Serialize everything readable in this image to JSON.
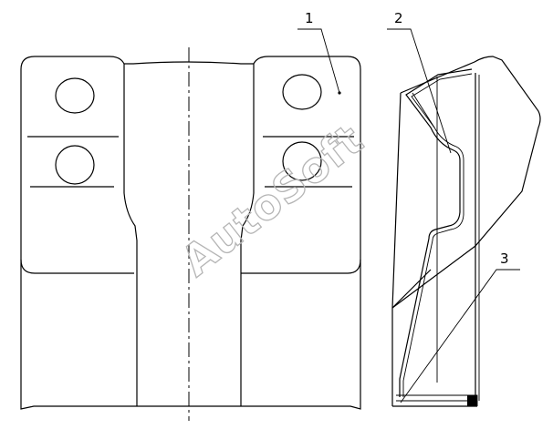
{
  "figure": {
    "callouts": [
      {
        "id": "1",
        "text": "1"
      },
      {
        "id": "2",
        "text": "2"
      },
      {
        "id": "3",
        "text": "3"
      }
    ],
    "watermark": "AutoSoft"
  },
  "colors": {
    "line": "#000000",
    "watermark": "#b5b5b5",
    "background": "#ffffff"
  }
}
